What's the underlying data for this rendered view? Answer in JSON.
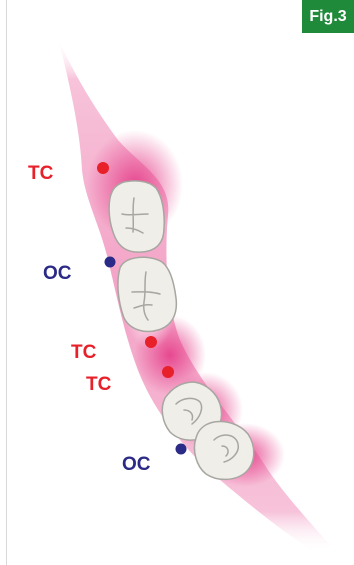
{
  "figure": {
    "badge": "Fig.3",
    "badge_color": "#1f8a3a"
  },
  "colors": {
    "tc": "#e8202a",
    "oc": "#2b2a86",
    "tissue": "#e9569a",
    "tooth_fill": "#efeee9",
    "tooth_outline": "#a8a6a0"
  },
  "labels": {
    "tc_1": "TC",
    "oc_1": "OC",
    "tc_2": "TC",
    "tc_3": "TC",
    "oc_2": "OC"
  },
  "icons": {
    "tc_marker": "red-dot",
    "oc_marker": "navy-dot"
  }
}
